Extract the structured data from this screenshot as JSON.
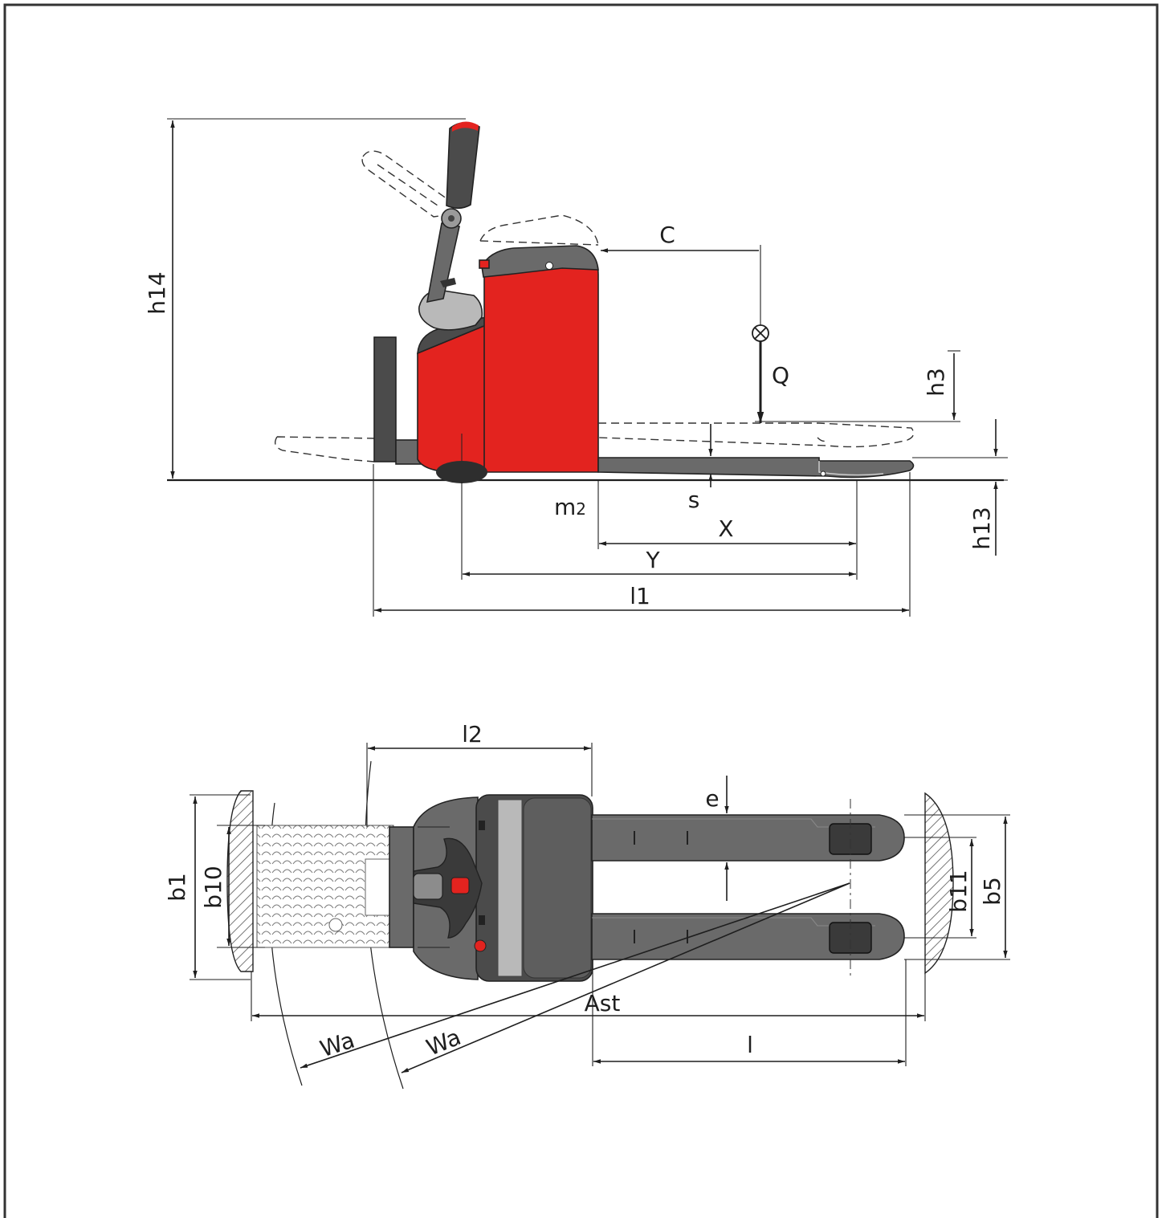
{
  "colors": {
    "body_red": "#e3231f",
    "dark_gray": "#4b4b4b",
    "mid_gray": "#6a6a6a",
    "light_gray": "#b9b9b9",
    "line": "#1e1e1e"
  },
  "side_view": {
    "h14": "h14",
    "C": "C",
    "Q": "Q",
    "h3": "h3",
    "s": "s",
    "m2": {
      "base": "m",
      "sub": "2"
    },
    "X": "X",
    "Y": "Y",
    "l1": "l1",
    "h13": "h13"
  },
  "top_view": {
    "l2": "l2",
    "e": "e",
    "b1": "b1",
    "b10": "b10",
    "b11": "b11",
    "b5": "b5",
    "Ast": "Ast",
    "Wa_1": "Wa",
    "Wa_2": "Wa",
    "l": "l"
  }
}
